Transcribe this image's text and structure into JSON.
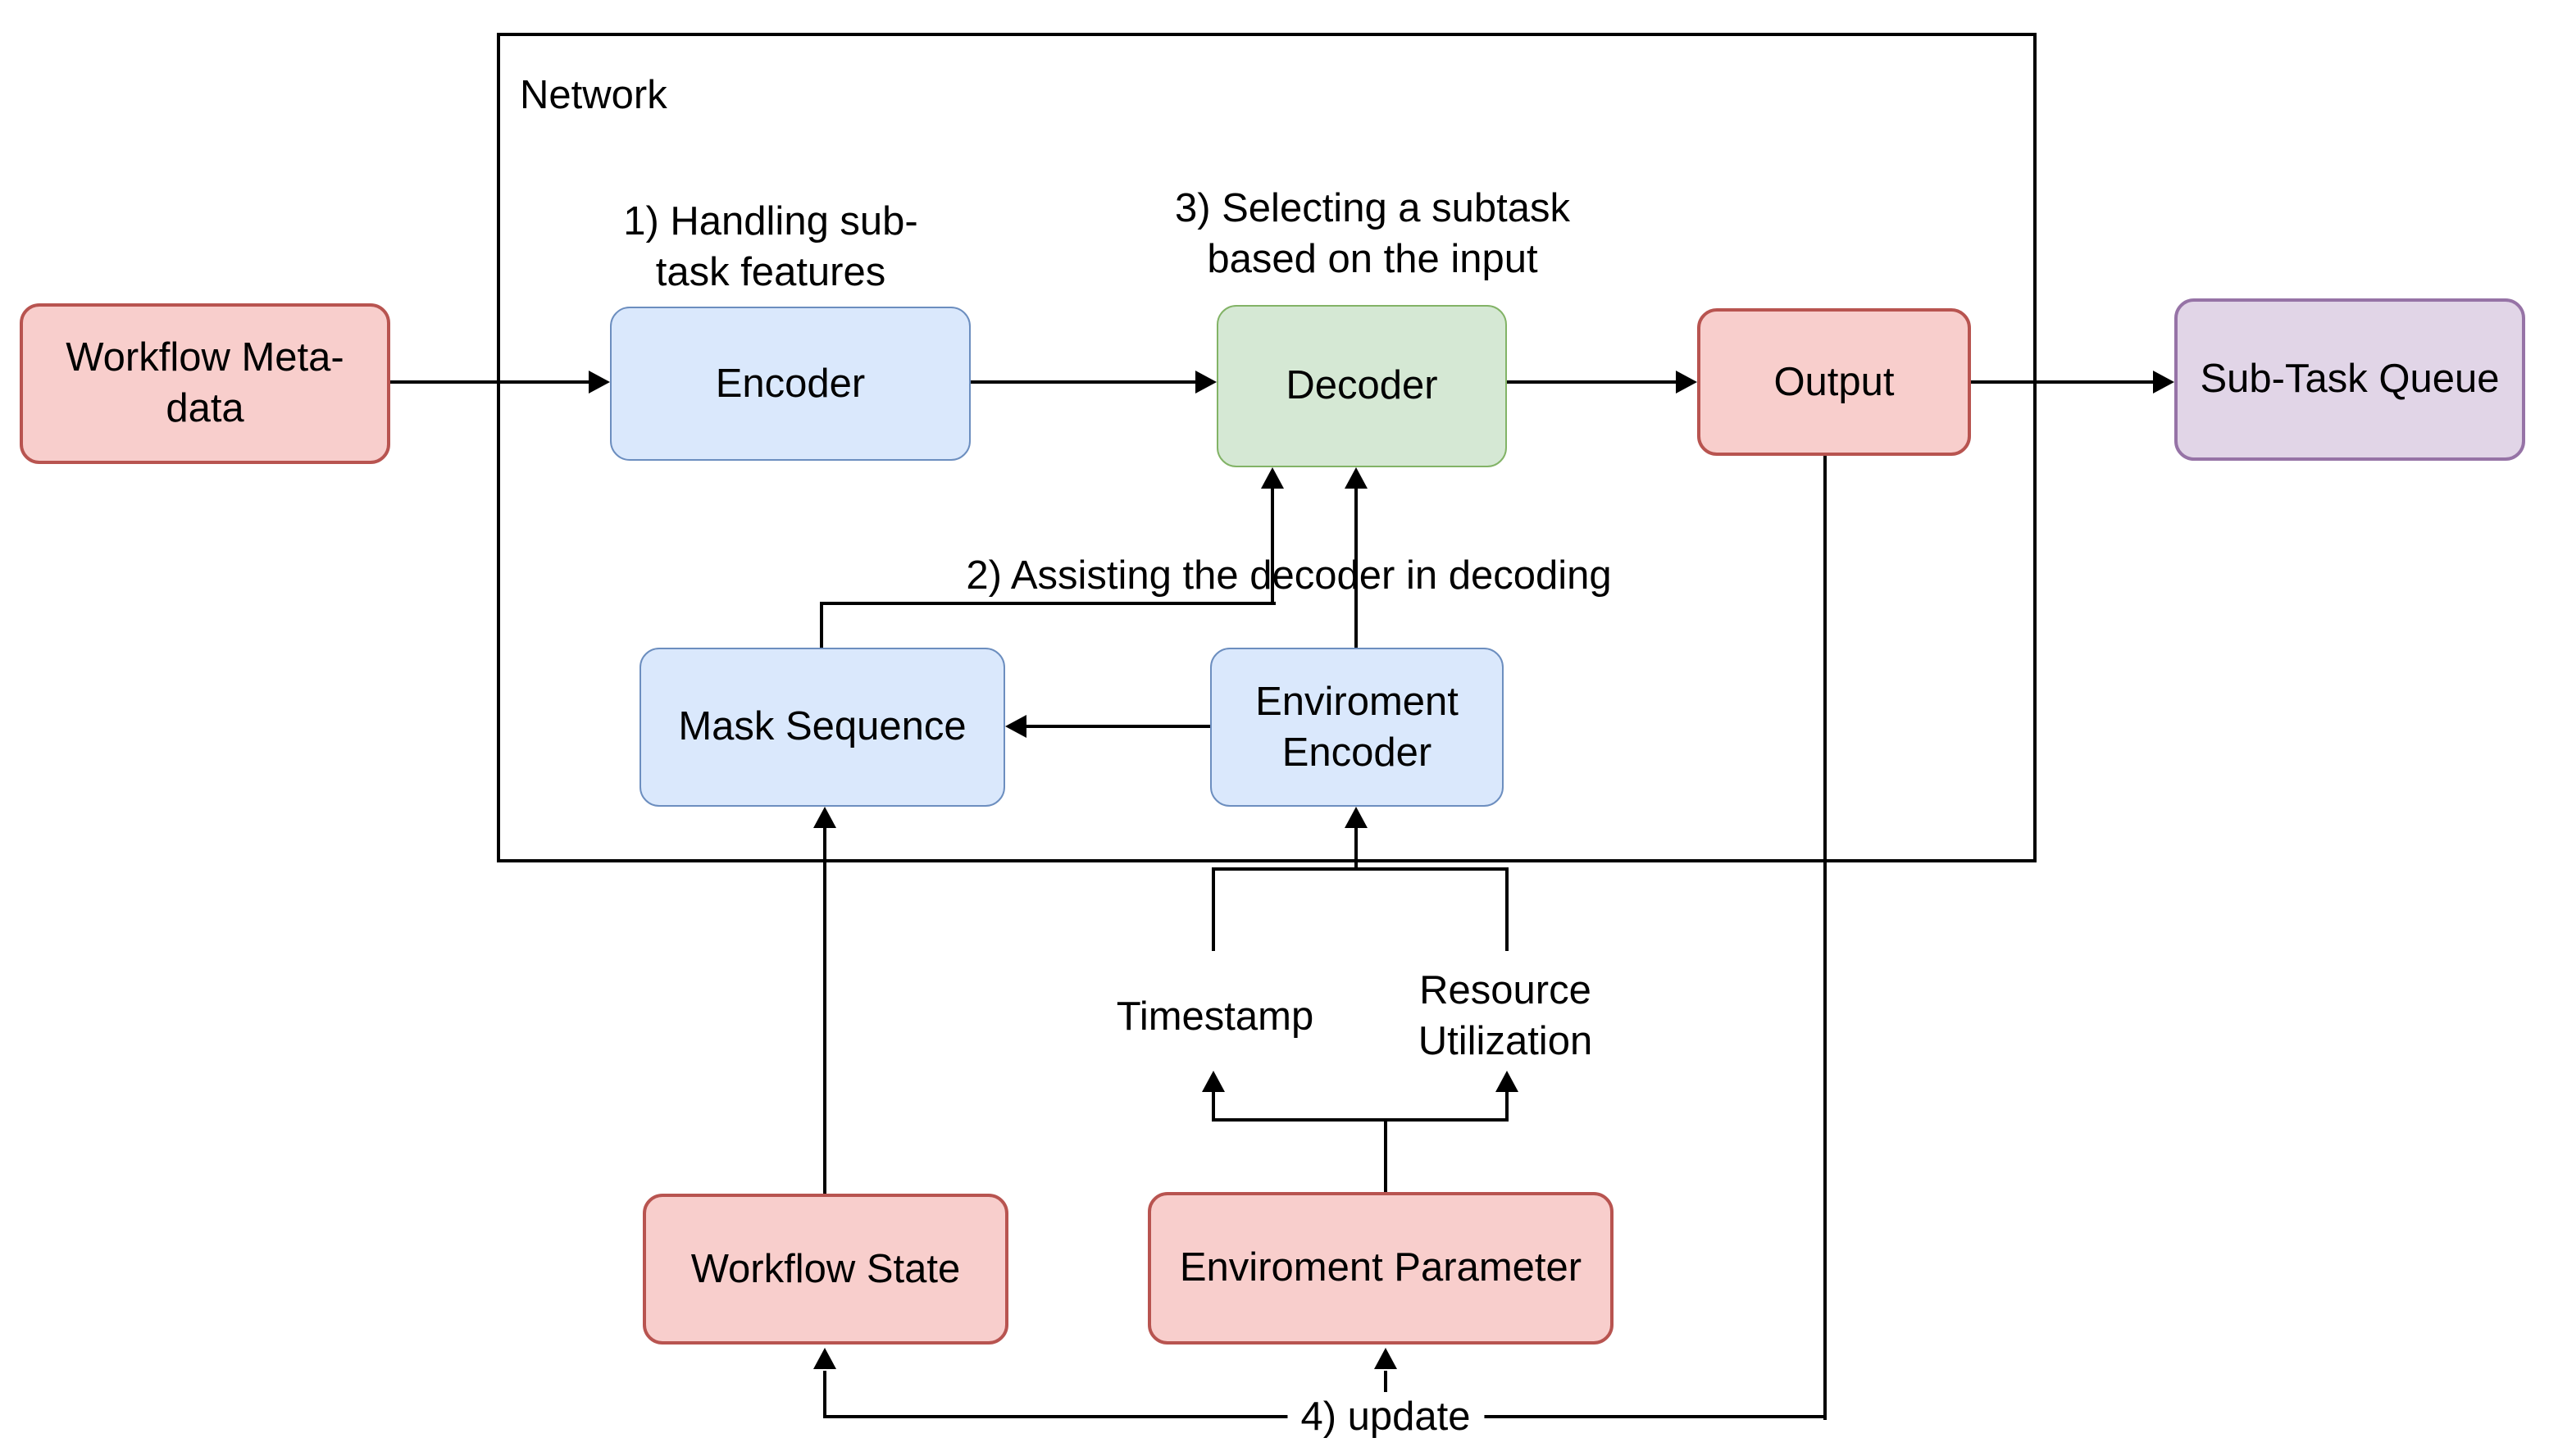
{
  "diagram": {
    "network_label": "Network",
    "nodes": {
      "workflow_metadata": {
        "label": "Workflow Meta-\ndata",
        "fill": "#F8CECC",
        "stroke": "#B85450"
      },
      "encoder": {
        "label": "Encoder",
        "fill": "#DAE8FC",
        "stroke": "#6C8EBF"
      },
      "decoder": {
        "label": "Decoder",
        "fill": "#D5E8D4",
        "stroke": "#82B366"
      },
      "output": {
        "label": "Output",
        "fill": "#F8CECC",
        "stroke": "#B85450"
      },
      "subtask_queue": {
        "label": "Sub-Task Queue",
        "fill": "#E1D5E7",
        "stroke": "#9673A6"
      },
      "mask_sequence": {
        "label": "Mask Sequence",
        "fill": "#DAE8FC",
        "stroke": "#6C8EBF"
      },
      "enviroment_encoder": {
        "label": "Enviroment\nEncoder",
        "fill": "#DAE8FC",
        "stroke": "#6C8EBF"
      },
      "workflow_state": {
        "label": "Workflow State",
        "fill": "#F8CECC",
        "stroke": "#B85450"
      },
      "enviroment_parameter": {
        "label": "Enviroment Parameter",
        "fill": "#F8CECC",
        "stroke": "#B85450"
      }
    },
    "annotations": {
      "step1": "1) Handling sub-\ntask features",
      "step2": "2) Assisting the decoder in decoding",
      "step3": "3) Selecting a subtask\nbased on the input",
      "step4": "4) update",
      "timestamp": "Timestamp",
      "resource_utilization": "Resource\nUtilization"
    },
    "colors": {
      "line": "#000000",
      "background": "#FFFFFF"
    }
  }
}
